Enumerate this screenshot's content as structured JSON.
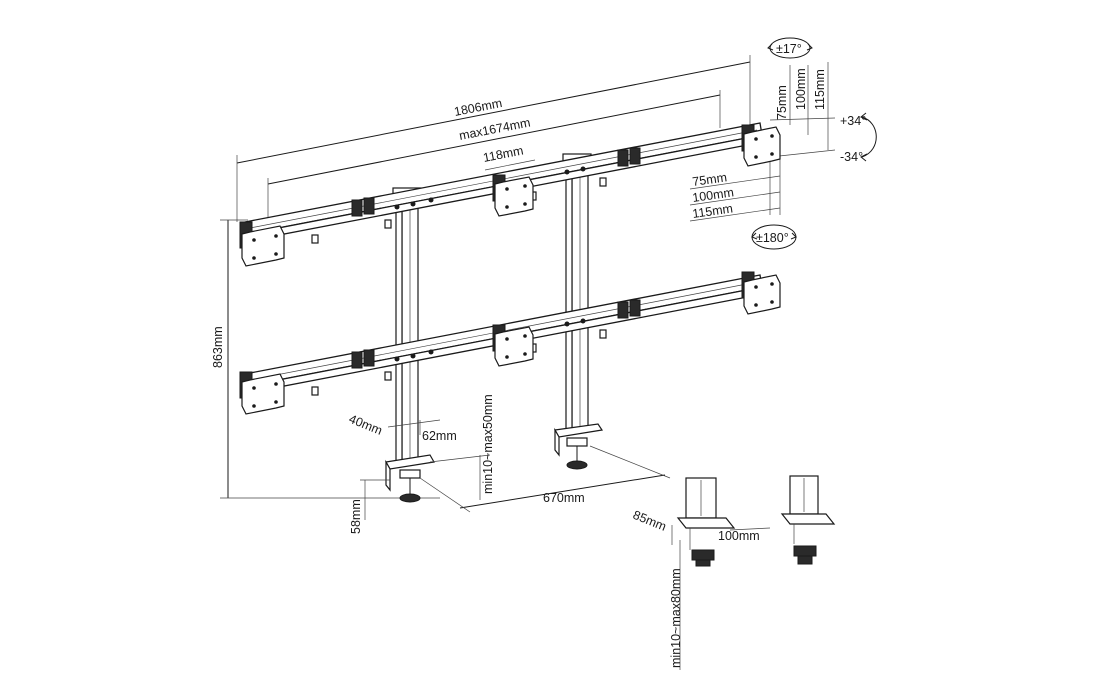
{
  "dimensions": {
    "overall_width": "1806mm",
    "max_width": "max1674mm",
    "spacing_118": "118mm",
    "height_863": "863mm",
    "vesa_top_75": "75mm",
    "vesa_top_100": "100mm",
    "vesa_top_115": "115mm",
    "vesa_side_75": "75mm",
    "vesa_side_100": "100mm",
    "vesa_side_115": "115mm",
    "pole_40": "40mm",
    "pole_62": "62mm",
    "clamp_range_1": "min10~max50mm",
    "base_58": "58mm",
    "pole_distance": "670mm",
    "plate_85": "85mm",
    "plate_100": "100mm",
    "clamp_range_2": "min10~max80mm"
  },
  "angles": {
    "swivel": "±17°",
    "tilt_up": "+34°",
    "tilt_down": "-34°",
    "rotation": "±180°"
  }
}
